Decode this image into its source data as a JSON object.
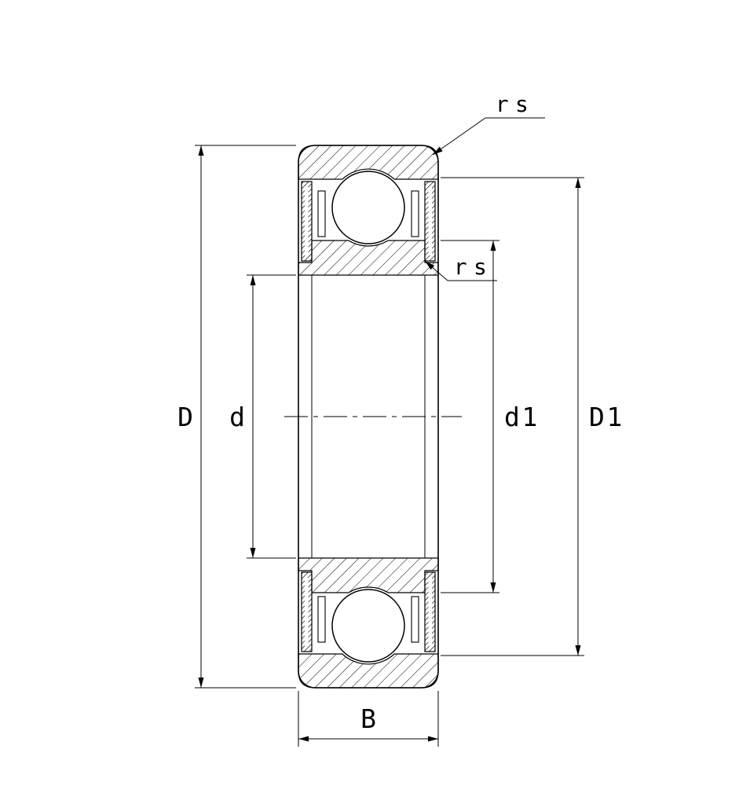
{
  "diagram": {
    "type": "deep-groove-ball-bearing-cross-section",
    "labels": {
      "corner_radius_top": "rs",
      "corner_radius_inner": "rs",
      "outer_diameter": "D",
      "bore_diameter": "d",
      "inner_shoulder_diameter": "d1",
      "outer_shoulder_diameter": "D1",
      "width": "B"
    },
    "colors": {
      "line": "#000000",
      "background": "#ffffff"
    }
  }
}
